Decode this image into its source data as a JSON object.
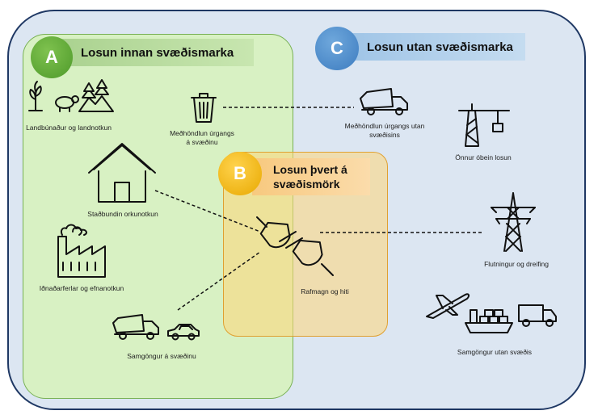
{
  "regions": {
    "a": {
      "letter": "A",
      "title": "Losun innan svæðismarka"
    },
    "b": {
      "letter": "B",
      "title_line1": "Losun þvert á",
      "title_line2": "svæðismörk"
    },
    "c": {
      "letter": "C",
      "title": "Losun utan svæðismarka"
    }
  },
  "labels": {
    "agriculture": "Landbúnaður og landnotkun",
    "waste_in_1": "Meðhöndlun úrgangs",
    "waste_in_2": "á svæðinu",
    "stationary": "Staðbundin orkunotkun",
    "industry": "Iðnaðarferlar og efnanotkun",
    "transport_in": "Samgöngur á svæðinu",
    "electricity": "Rafmagn og hiti",
    "waste_out_1": "Meðhöndlun úrgangs utan",
    "waste_out_2": "svæðisins",
    "other_indirect": "Önnur óbein losun",
    "transmission": "Flutningur og dreifing",
    "transport_out": "Samgöngur utan svæðis"
  },
  "colors": {
    "region_a": "#d8f2c0",
    "region_b": "#ffd678",
    "region_c": "#dce6f2",
    "border": "#1f3864"
  }
}
